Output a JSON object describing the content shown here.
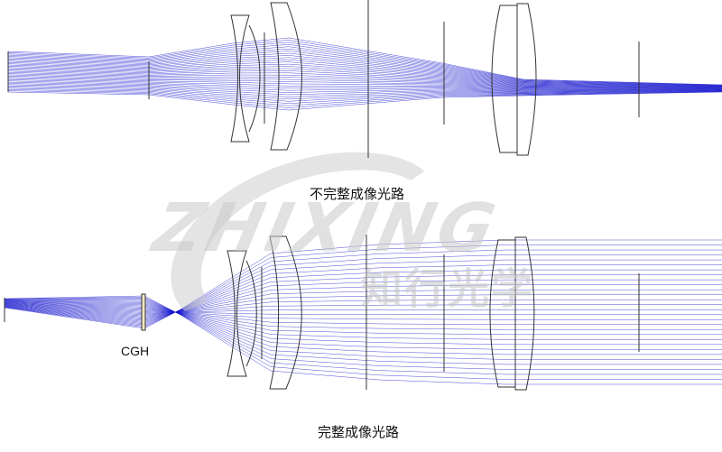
{
  "diagram": {
    "top_caption": "不完整成像光路",
    "bottom_caption": "完整成像光路",
    "cgh_label": "CGH",
    "ray_color": "#1010cc",
    "lens_color": "#333333"
  },
  "watermark": {
    "text": "ZHIXING",
    "cn_text": "知行光学",
    "color": "#c9c9c9"
  }
}
